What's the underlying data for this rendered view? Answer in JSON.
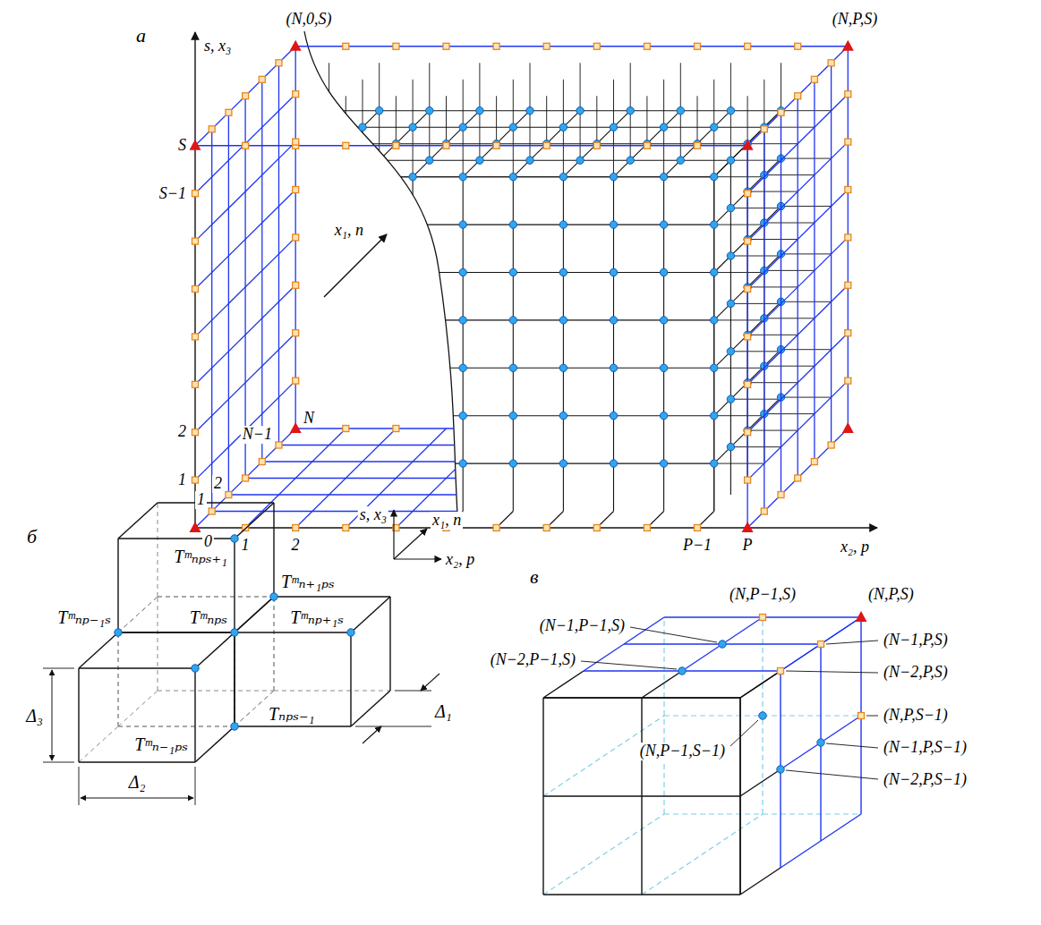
{
  "diagram": {
    "labels": [
      "а",
      "(N,0,S)",
      "(N,P,S)",
      "s, x₃",
      "S",
      "S−1",
      "x₁, n",
      "N",
      "N−1",
      "2",
      "2",
      "1",
      "1",
      "0",
      "1",
      "2",
      "P−1",
      "P",
      "x₂, p",
      "б",
      "s, x₃",
      "x₁, n",
      "x₂, p",
      "Tᵐₙₚₛ₊₁",
      "Tᵐₙ₊₁ₚₛ",
      "Tᵐₙₚ₋₁ₛ",
      "Tᵐₙₚₛ",
      "Tᵐₙₚ₊₁ₛ",
      "Tᵐₙ₋₁ₚₛ",
      "Δ₃",
      "Δ₁",
      "Tₙₚₛ₋₁",
      "Δ₂",
      "в",
      "(N,P−1,S)",
      "(N,P,S)",
      "(N−1,P−1,S)",
      "(N−1,P,S)",
      "(N−2,P−1,S)",
      "(N−2,P,S)",
      "(N,P,S−1)",
      "(N,P−1,S−1)",
      "(N−1,P,S−1)",
      "(N−2,P,S−1)"
    ]
  }
}
